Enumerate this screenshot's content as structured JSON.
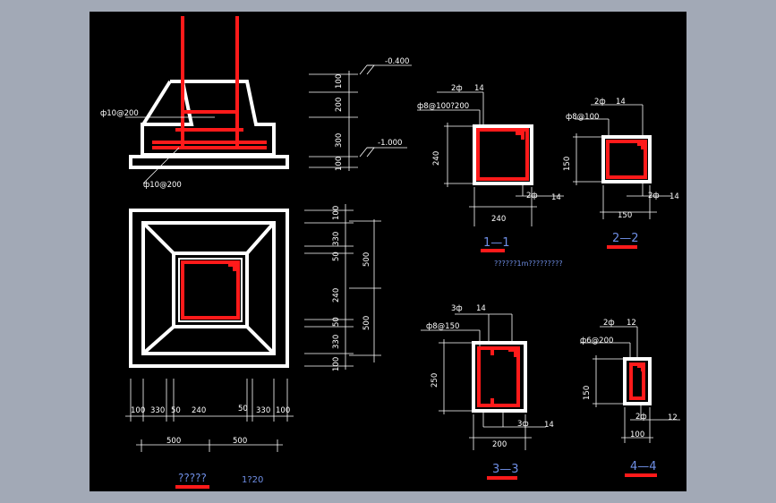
{
  "colors": {
    "background": "#000000",
    "frame": "#a2a9b6",
    "outline": "#ffffff",
    "rebar": "#ff1a1a",
    "label_blue": "#6f8fe6"
  },
  "foundation": {
    "label_top_rebar": "ф10@200",
    "label_bottom_rebar": "ф10@200",
    "elev_top": "-0.400",
    "elev_bottom": "-1.000",
    "v_dims_elevation": [
      "100",
      "200",
      "300",
      "100"
    ],
    "v_dims_plan": [
      "100",
      "330",
      "50",
      "240",
      "50",
      "330",
      "100"
    ],
    "v_dims_plan_total": [
      "500",
      "500"
    ],
    "h_dims_plan": [
      "100",
      "330",
      "50",
      "240",
      "50",
      "330",
      "100"
    ],
    "h_dims_plan_total": [
      "500",
      "500"
    ],
    "title": "?????",
    "scale": "1?20"
  },
  "sections": [
    {
      "id": "1-1",
      "top_bar": "2ф",
      "top_dia": "14",
      "stirrup": "ф8@100?200",
      "bottom_bar": "2ф",
      "bottom_dia": "14",
      "height": "240",
      "width": "240",
      "title": "1—1"
    },
    {
      "id": "2-2",
      "top_bar": "2ф",
      "top_dia": "14",
      "stirrup": "ф8@100",
      "bottom_bar": "2ф",
      "bottom_dia": "14",
      "height": "150",
      "width": "150",
      "title": "2—2"
    },
    {
      "id": "3-3",
      "top_bar": "3ф",
      "top_dia": "14",
      "stirrup": "ф8@150",
      "bottom_bar": "3ф",
      "bottom_dia": "14",
      "height": "250",
      "width": "200",
      "title": "3—3"
    },
    {
      "id": "4-4",
      "top_bar": "2ф",
      "top_dia": "12",
      "stirrup": "ф6@200",
      "bottom_bar": "2ф",
      "bottom_dia": "12",
      "height": "150",
      "width": "100",
      "title": "4—4"
    }
  ],
  "note": "??????1m?????????"
}
